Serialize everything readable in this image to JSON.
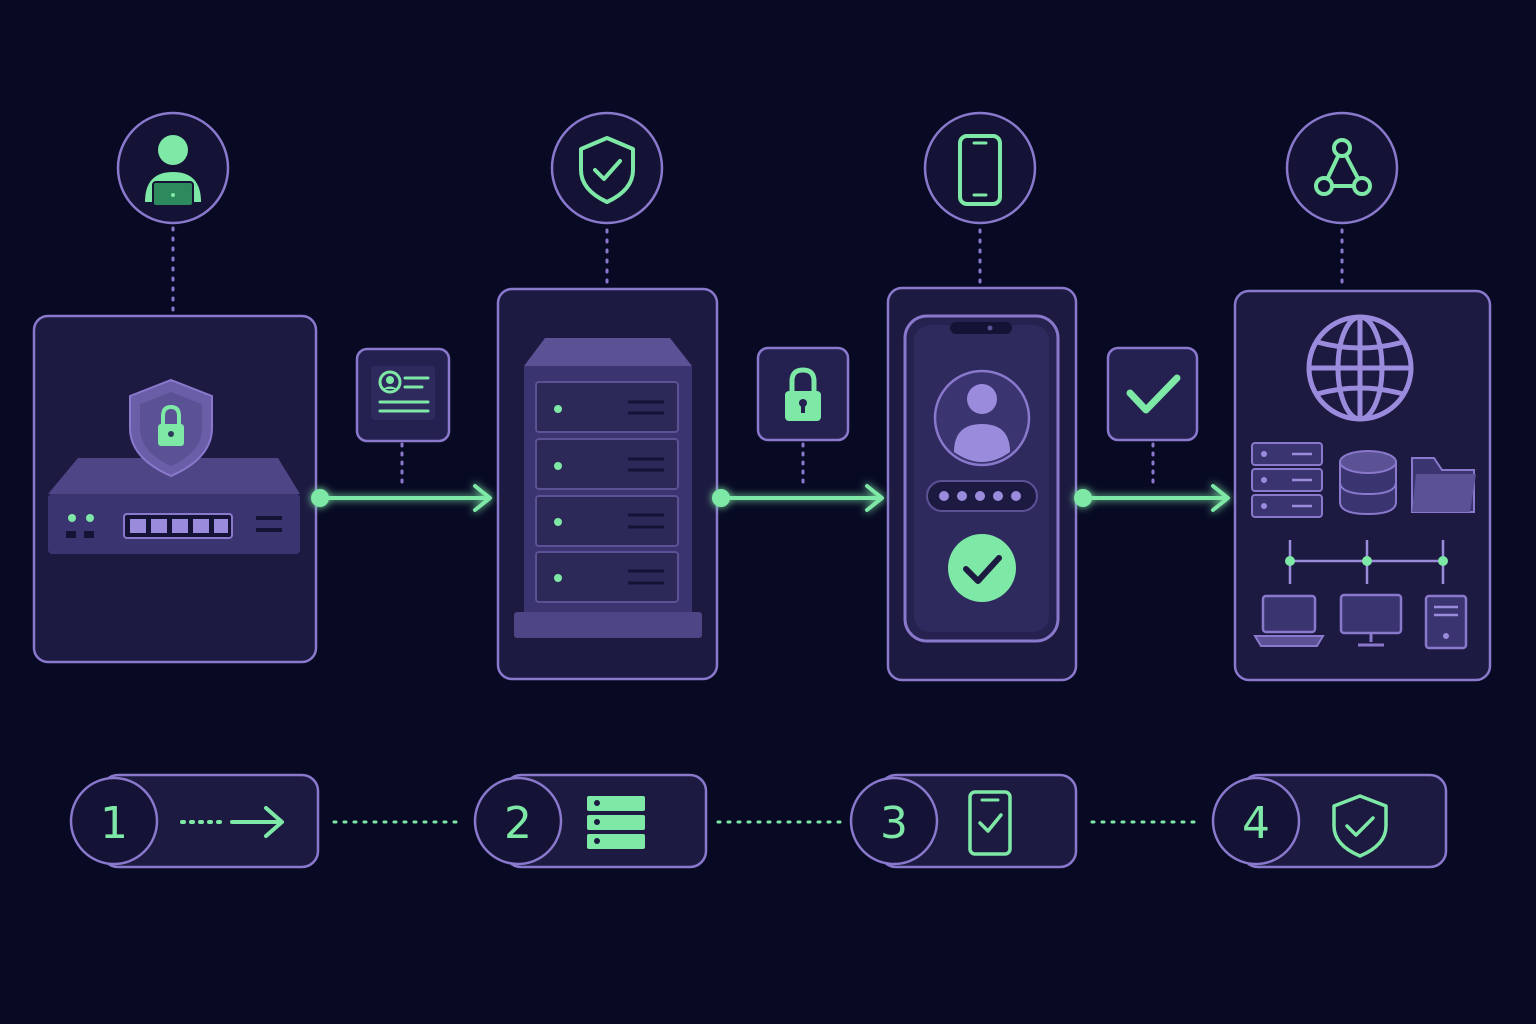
{
  "colors": {
    "background": "#080a24",
    "panel_fill": "#1c1a40",
    "panel_stroke": "#8a78cc",
    "device_fill": "#3a3470",
    "device_light": "#5b5296",
    "device_dark": "#26224f",
    "icon_purple": "#9b8bdc",
    "accent_green": "#7ee8a6"
  },
  "diagram": {
    "stages": [
      {
        "top_icon": "user-laptop-icon",
        "panel_icon": "firewall-router-icon"
      },
      {
        "top_icon": "shield-check-icon",
        "panel_icon": "server-rack-icon"
      },
      {
        "top_icon": "smartphone-icon",
        "panel_icon": "phone-login-icon"
      },
      {
        "top_icon": "network-nodes-icon",
        "panel_icon": "resources-icon"
      }
    ],
    "connectors": [
      {
        "badge_icon": "id-card-icon"
      },
      {
        "badge_icon": "lock-icon"
      },
      {
        "badge_icon": "checkmark-icon"
      }
    ],
    "steps": [
      {
        "number": "1",
        "icon": "dotted-arrow-icon"
      },
      {
        "number": "2",
        "icon": "server-stack-icon"
      },
      {
        "number": "3",
        "icon": "phone-check-icon"
      },
      {
        "number": "4",
        "icon": "shield-check-icon"
      }
    ]
  }
}
